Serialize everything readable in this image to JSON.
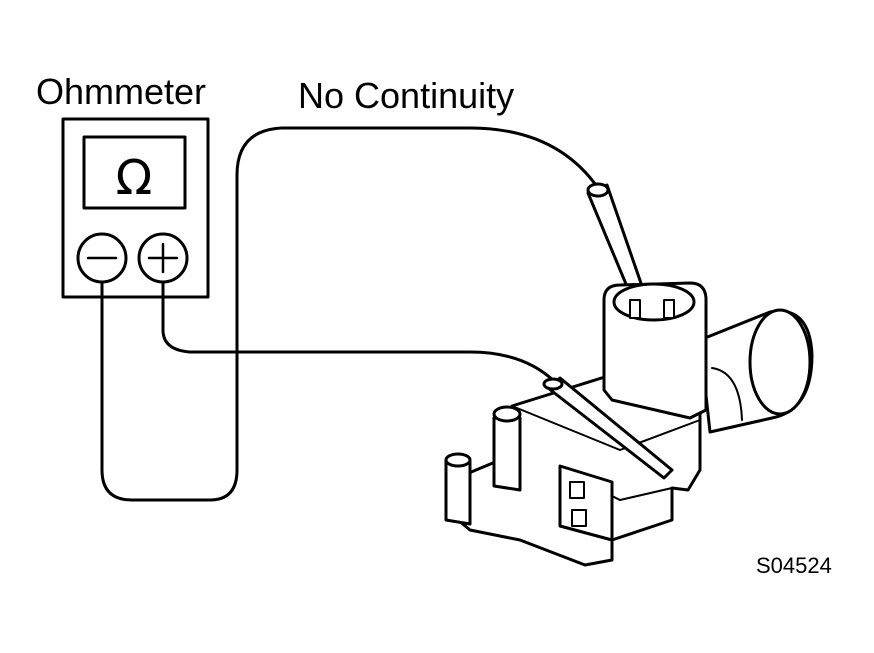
{
  "labels": {
    "meter_name": "Ohmmeter",
    "result": "No Continuity",
    "figure_code": "S04524"
  },
  "meter": {
    "display_symbol": "Ω",
    "negative_terminal": "−",
    "positive_terminal": "+"
  },
  "colors": {
    "line": "#000000",
    "background": "#ffffff"
  }
}
